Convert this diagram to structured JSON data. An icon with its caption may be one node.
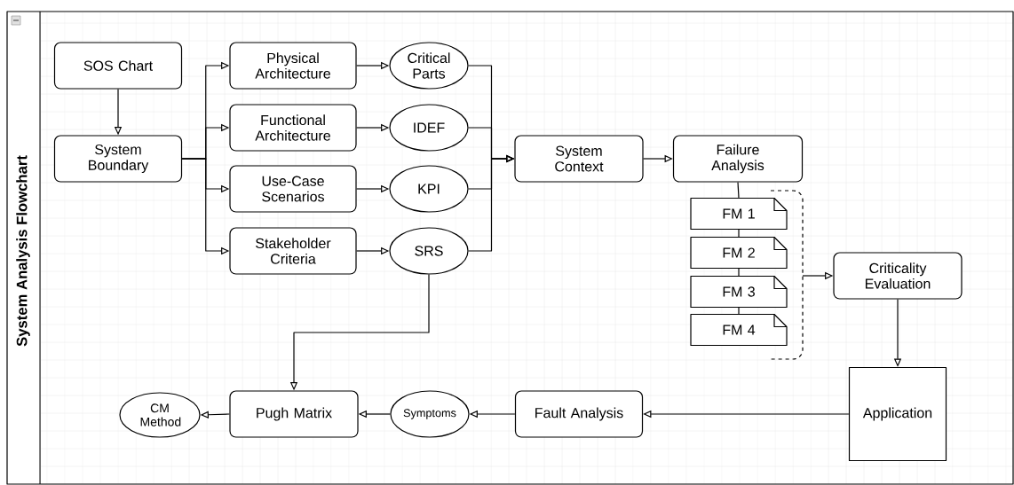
{
  "diagram": {
    "nodes": [
      {
        "text": [
          "System Analysis Flowchart"
        ]
      },
      {
        "text": [
          "SOS Chart"
        ],
        "in": 0
      },
      {
        "text": [
          "System Boundary"
        ],
        "in": 0
      },
      {
        "text": [
          "Physical Architecture"
        ],
        "in": 0
      },
      {
        "text": [
          "Functional Architecture"
        ],
        "in": 0
      },
      {
        "text": [
          "Use-Case Scenarios"
        ],
        "in": 0
      },
      {
        "text": [
          "Stakeholder Criteria"
        ],
        "in": 0
      },
      {
        "text": [
          "Critical Parts"
        ],
        "in": 0
      },
      {
        "text": [
          "IDEF"
        ],
        "in": 0
      },
      {
        "text": [
          "KPI"
        ],
        "in": 0
      },
      {
        "text": [
          "SRS"
        ],
        "in": 0
      },
      {
        "text": [
          "System Context"
        ],
        "in": 0
      },
      {
        "text": [
          "Failure Analysis"
        ],
        "in": 0
      },
      {
        "text": [
          "FM 1"
        ],
        "in": 0
      },
      {
        "text": [
          "FM 2"
        ],
        "in": 0
      },
      {
        "text": [
          "FM 3"
        ],
        "in": 0
      },
      {
        "text": [
          "FM 4"
        ],
        "in": 0
      },
      {
        "text": [
          "Criticality Evaluation"
        ],
        "in": 0
      },
      {
        "text": [
          "Application"
        ],
        "in": 0
      },
      {
        "text": [
          "Fault Analysis"
        ],
        "in": 0
      },
      {
        "text": [
          "Symptoms"
        ],
        "in": 0
      },
      {
        "text": [
          "Pugh Matrix"
        ],
        "in": 0
      },
      {
        "text": [
          "CM Method"
        ],
        "in": 0
      }
    ],
    "edges": [
      {
        "from": 1,
        "to": 2,
        "arrow": "to"
      },
      {
        "from": 2,
        "to": 3,
        "arrow": "to"
      },
      {
        "from": 2,
        "to": 4,
        "arrow": "to"
      },
      {
        "from": 2,
        "to": 5,
        "arrow": "to"
      },
      {
        "from": 2,
        "to": 6,
        "arrow": "to"
      },
      {
        "from": 3,
        "to": 7,
        "arrow": "to"
      },
      {
        "from": 4,
        "to": 8,
        "arrow": "to"
      },
      {
        "from": 5,
        "to": 9,
        "arrow": "to"
      },
      {
        "from": 6,
        "to": 10,
        "arrow": "to"
      },
      {
        "from": 7,
        "to": 11,
        "arrow": "to"
      },
      {
        "from": 8,
        "to": 11,
        "arrow": "to"
      },
      {
        "from": 9,
        "to": 11,
        "arrow": "to"
      },
      {
        "from": 10,
        "to": 11,
        "arrow": "to"
      },
      {
        "from": 11,
        "to": 12,
        "arrow": "to"
      },
      {
        "from": 12,
        "to": 13,
        "arrow": "none"
      },
      {
        "from": 13,
        "to": 14,
        "arrow": "none"
      },
      {
        "from": 14,
        "to": 15,
        "arrow": "none"
      },
      {
        "from": 15,
        "to": 16,
        "arrow": "none"
      },
      {
        "from": null,
        "to": 17,
        "arrow": "to"
      },
      {
        "from": 17,
        "to": 18,
        "arrow": "to"
      },
      {
        "from": 18,
        "to": 19,
        "arrow": "to"
      },
      {
        "from": 19,
        "to": 20,
        "arrow": "to"
      },
      {
        "from": 20,
        "to": 21,
        "arrow": "to"
      },
      {
        "from": 21,
        "to": 22,
        "arrow": "to"
      },
      {
        "from": 10,
        "to": 21,
        "arrow": "to"
      }
    ]
  }
}
